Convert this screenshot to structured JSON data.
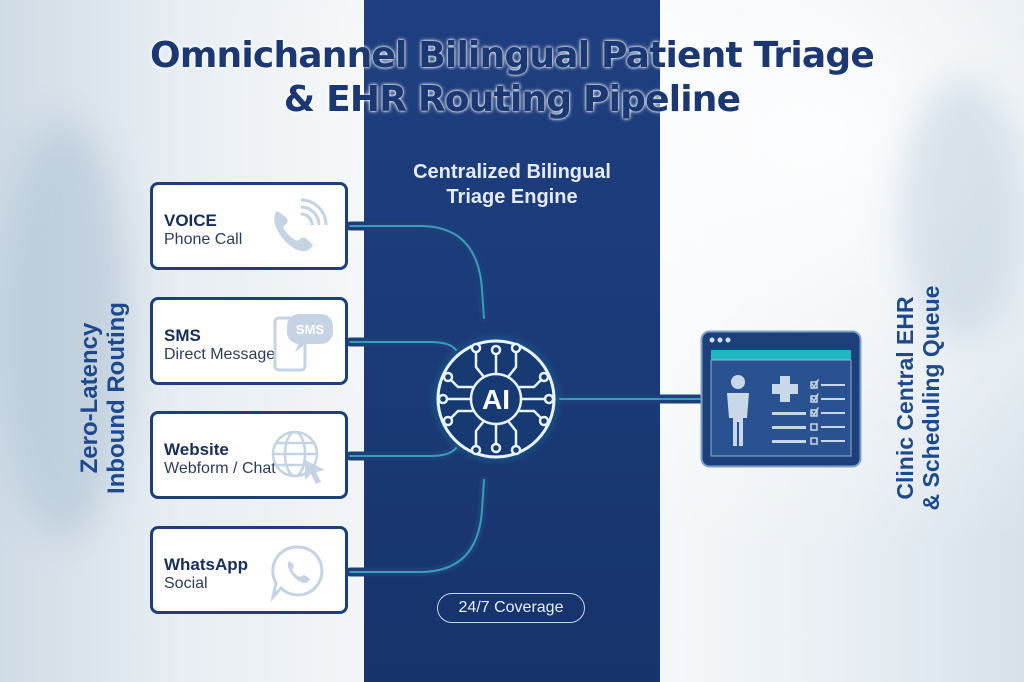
{
  "title": {
    "line1": "Omnichannel Bilingual Patient Triage",
    "line2": "& EHR Routing Pipeline"
  },
  "engine": {
    "line1": "Centralized Bilingual",
    "line2": "Triage Engine",
    "core_label": "AI",
    "badge": "24/7 Coverage"
  },
  "left_label": {
    "line1": "Zero-Latency",
    "line2": "Inbound Routing"
  },
  "right_label": {
    "line1": "Clinic Central EHR",
    "line2": "& Scheduling Queue"
  },
  "channels": [
    {
      "name": "VOICE",
      "sub": "Phone Call",
      "icon": "phone-icon"
    },
    {
      "name": "SMS",
      "sub": "Direct Message",
      "icon": "sms-icon",
      "icon_text": "SMS"
    },
    {
      "name": "Website",
      "sub": "Webform / Chat",
      "icon": "globe-cursor-icon"
    },
    {
      "name": "WhatsApp",
      "sub": "Social",
      "icon": "whatsapp-icon"
    }
  ],
  "destination": {
    "icon": "ehr-screen-icon"
  },
  "colors": {
    "navy": "#1d3f7a",
    "band": "#1b3a78",
    "teal": "#1fb7c2",
    "title": "#1c3873"
  }
}
